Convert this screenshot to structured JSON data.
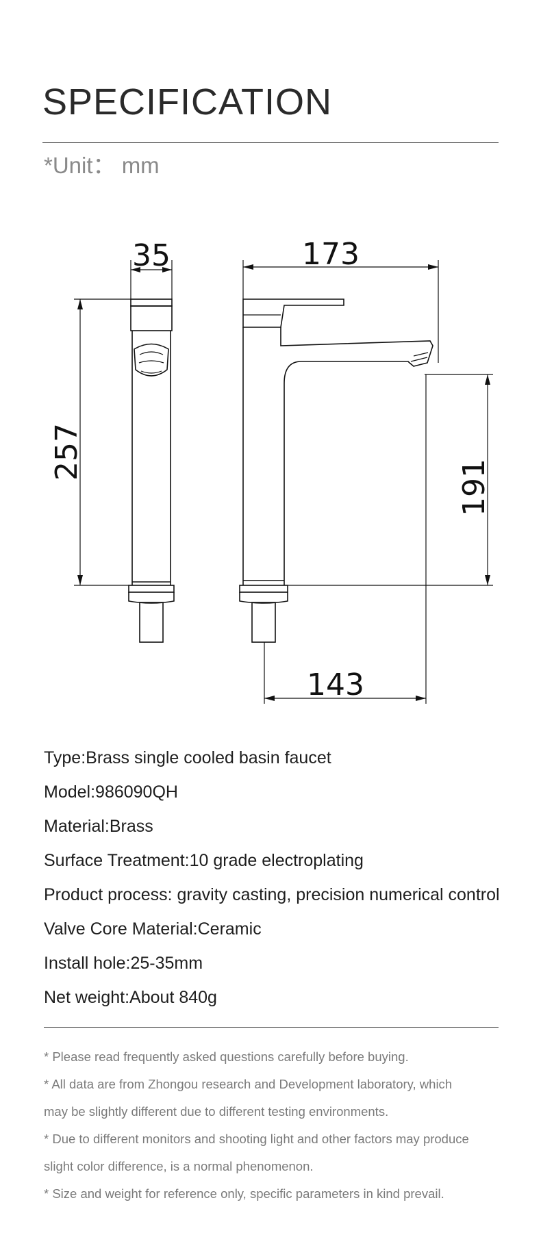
{
  "header": {
    "title": "SPECIFICATION",
    "unit": "*Unit： mm"
  },
  "diagram": {
    "dim_top_left": "35",
    "dim_top_right": "173",
    "dim_left_height": "257",
    "dim_right_height": "191",
    "dim_bottom": "143"
  },
  "specs": [
    "Type:Brass single cooled basin faucet",
    "Model:986090QH",
    "Material:Brass",
    "Surface Treatment:10 grade electroplating",
    "Product process: gravity casting, precision numerical control",
    "Valve Core Material:Ceramic",
    "Install hole:25-35mm",
    "Net weight:About 840g"
  ],
  "notes": [
    "* Please read frequently asked questions carefully before buying.",
    "* All data are from Zhongou research and Development laboratory, which",
    "may be slightly different due to different testing environments.",
    "* Due to different monitors and shooting light and other factors may produce",
    "slight color difference, is a normal phenomenon.",
    "* Size and weight for reference only, specific parameters in kind prevail."
  ]
}
